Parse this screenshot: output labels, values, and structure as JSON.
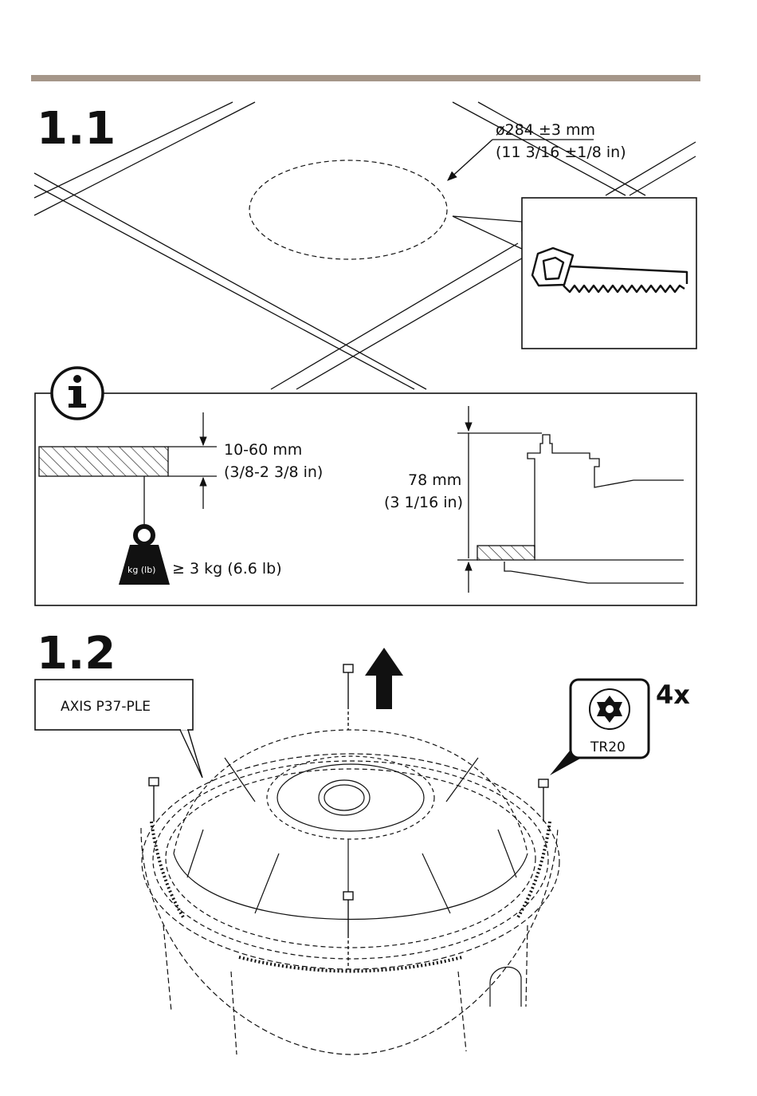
{
  "colors": {
    "rule": "#a59689",
    "ink": "#111111"
  },
  "step1": {
    "label": "1.1",
    "cutout_diameter_mm": "ø284 ±3 mm",
    "cutout_diameter_in": "(11 3/16 ±1/8 in)",
    "tool_icon": "saw-icon"
  },
  "info": {
    "icon": "info-icon",
    "thickness_mm": "10-60 mm",
    "thickness_in": "(3/8-2 3/8 in)",
    "weight_badge": "kg (lb)",
    "weight_text": "≥ 3 kg (6.6 lb)",
    "depth_mm": "78 mm",
    "depth_in": "(3 1/16 in)"
  },
  "step2": {
    "label": "1.2",
    "model_callout": "AXIS P37-PLE",
    "count": "4x",
    "tool_label": "TR20",
    "tool_icon": "torx-icon"
  }
}
